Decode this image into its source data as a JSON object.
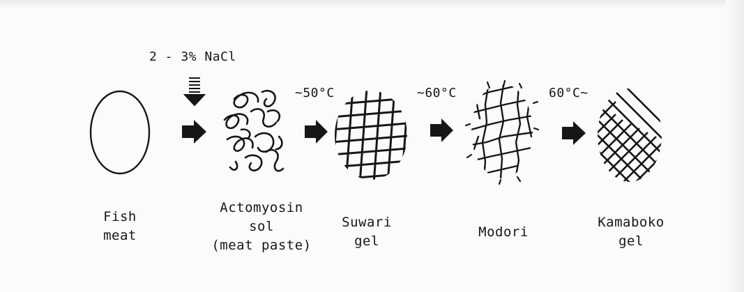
{
  "salt_label": "2 - 3% NaCl",
  "transitions": {
    "t1": "~50°C",
    "t2": "~60°C",
    "t3": "60°C~"
  },
  "stages": [
    {
      "line1": "Fish",
      "line2": "meat",
      "line3": ""
    },
    {
      "line1": "Actomyosin",
      "line2": "sol",
      "line3": "(meat paste)"
    },
    {
      "line1": "Suwari",
      "line2": "gel",
      "line3": ""
    },
    {
      "line1": "Modori",
      "line2": "",
      "line3": ""
    },
    {
      "line1": "Kamaboko",
      "line2": "gel",
      "line3": ""
    }
  ]
}
